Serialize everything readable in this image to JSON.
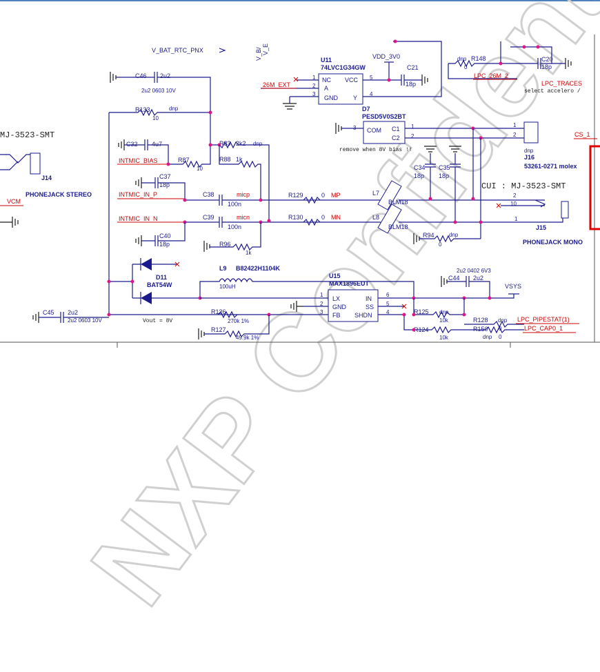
{
  "labels": {
    "v_bat_rtc": "V_BAT_RTC_PNX",
    "v_b": "V_B/",
    "v_e": "V_E",
    "vdd_3v0": "VDD_3V0",
    "u11": "U11",
    "u11_part": "74LVC1G34GW",
    "u11_nc": "NC",
    "u11_a": "A",
    "u11_gnd": "GND",
    "u11_vcc": "VCC",
    "u11_y": "Y",
    "c21": "C21",
    "c21_val": "18p",
    "net_26m_ext": "26M_EXT",
    "dnp": "dnp",
    "r148": "R148",
    "r148_val": "0",
    "c20": "C20",
    "c20_val": "18p",
    "net_lpc_26m_2": "LPC_26M_2",
    "net_lpc_traces": "LPC_TRACES",
    "select_note": "select accelero / ",
    "c46": "C46",
    "c46_val": "2u2",
    "c46_spec": "2u2 0603 10V",
    "r133": "R133",
    "r133_val": "10",
    "d7": "D7",
    "d7_part": "PESD5V0S2BT",
    "d7_com": "COM",
    "d7_c1": "C1",
    "d7_c2": "C2",
    "remove_note": "remove when 8V bias !!",
    "j16": "J16",
    "j16_part": "53261-0271 molex",
    "net_cs_1": "CS_1",
    "mj_left": "MJ-3523-SMT",
    "j14": "J14",
    "phonejack_stereo": "PHONEJACK STEREO",
    "net_vcm": "VCM",
    "c32": "C32",
    "c32_val": "4u7",
    "net_intmic_bias": "INTMIC_BIAS",
    "r87": "R87",
    "r87_val": "10",
    "r83": "R83",
    "r83_val": "2k2",
    "r88": "R88",
    "r88_val": "1k",
    "c34": "C34",
    "c34_val": "18p",
    "c35": "C35",
    "c35_val": "18p",
    "c37": "C37",
    "c37_val": "18p",
    "net_intmic_in_p": "INTMIC_IN_P",
    "c38": "C38",
    "c38_val": "100n",
    "net_micp": "micp",
    "r129": "R129",
    "r129_val": "0",
    "net_mp": "MP",
    "l7": "L7",
    "blm18": "BLM18",
    "cui_mj": "CUI : MJ-3523-SMT",
    "pin2": "2",
    "pin10": "10",
    "pin1": "1",
    "net_intmic_in_n": "INTMIC_IN_N",
    "c39": "C39",
    "c39_val": "100n",
    "net_micn": "micn",
    "r130": "R130",
    "r130_val": "0",
    "net_mn": "MN",
    "l8": "L8",
    "j15": "J15",
    "c40": "C40",
    "c40_val": "18p",
    "r96": "R96",
    "r96_val": "1k",
    "r94": "R94",
    "r94_val": "0",
    "phonejack_mono": "PHONEJACK MONO",
    "d11": "D11",
    "d11_part": "BAT54W",
    "l9": "L9",
    "l9_part": "B82422H1104K",
    "l9_val": "100uH",
    "u15": "U15",
    "u15_part": "MAX1896EUT",
    "u15_lx": "LX",
    "u15_gnd": "GND",
    "u15_fb": "FB",
    "u15_in": "IN",
    "u15_ss": "SS",
    "u15_shdn": "SHDN",
    "c44_spec": "2u2 0402 6V3",
    "c44": "C44",
    "c44_val": "2u2",
    "vsys": "VSYS",
    "c45": "C45",
    "c45_val": "2u2",
    "c45_spec": "2u2 0603 10V",
    "vout_note": "Vout = 8V",
    "r126": "R126",
    "r126_val": "270k 1%",
    "r127": "R127",
    "r127_val": "49.9k 1%",
    "r125": "R125",
    "r125_val": "10k",
    "r124": "R124",
    "r124_val": "10k",
    "r128": "R128",
    "r128_val": "0",
    "r150": "R150",
    "r150_val": "0",
    "net_lpc_pipestat": "LPC_PIPESTAT(1)",
    "net_lpc_cap0": "LPC_CAP0_1",
    "p1": "1",
    "p2": "2",
    "p3": "3",
    "p4": "4",
    "p5": "5",
    "p6": "6",
    "watermark": "NXP Confidential"
  },
  "colors": {
    "wire": "#1a1a8c",
    "net_label": "#d00000",
    "junction": "#e0148a",
    "watermark": "#d0d0d0",
    "header_rule": "#4f81bd"
  }
}
